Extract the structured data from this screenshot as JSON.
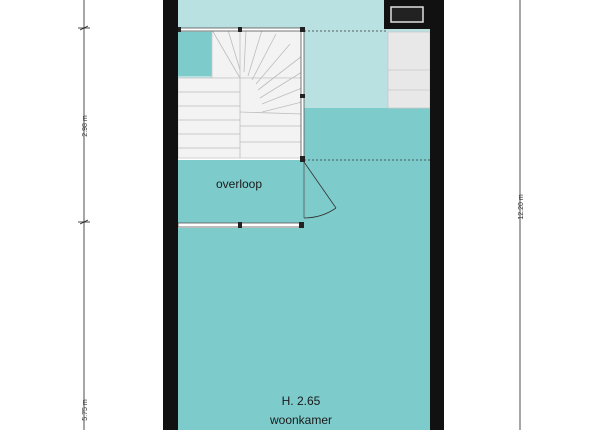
{
  "colors": {
    "room_fill": "#7ecbcb",
    "light_fill": "#b9e1e1",
    "wall": "#111111",
    "stair_fill": "#f3f3f3",
    "stair_line": "#bdbdbd",
    "dim_line": "#222222"
  },
  "dimensions": {
    "left_upper": "2.98 m",
    "left_lower": "5.75 m",
    "right_total": "12.20 m"
  },
  "rooms": {
    "landing": {
      "label": "overloop"
    },
    "living": {
      "height_label": "H. 2.65",
      "label": "woonkamer"
    }
  }
}
